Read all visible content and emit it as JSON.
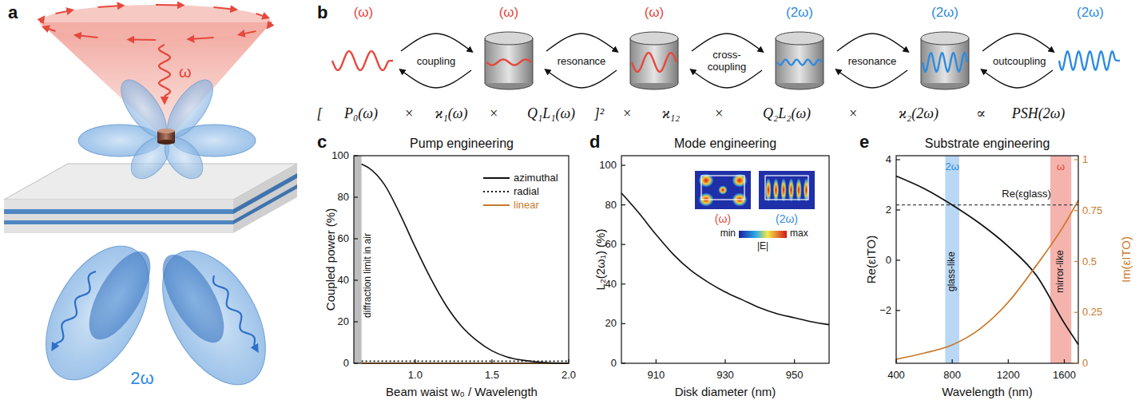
{
  "diagram": {
    "nodes": [
      {
        "text": [
          "(ω)"
        ]
      },
      {
        "text": [
          "(ω)"
        ]
      },
      {
        "text": [
          "(ω)"
        ]
      },
      {
        "text": [
          "(2ω)"
        ]
      },
      {
        "text": [
          "(2ω)"
        ]
      },
      {
        "text": [
          "(2ω)"
        ]
      }
    ],
    "edges": [
      {
        "from": 0,
        "to": 1,
        "label": "coupling",
        "arrow": "to"
      },
      {
        "from": 1,
        "to": 2,
        "label": "resonance",
        "arrow": "to"
      },
      {
        "from": 2,
        "to": 3,
        "label": "cross- coupling",
        "arrow": "to"
      },
      {
        "from": 3,
        "to": 4,
        "label": "resonance",
        "arrow": "to"
      },
      {
        "from": 4,
        "to": 5,
        "label": "outcoupling",
        "arrow": "to"
      }
    ],
    "labels": [
      "a",
      "ω",
      "2ω",
      "b",
      "[",
      "P₀(ω)",
      "×",
      "ϰ₁(ω)",
      "×",
      "Q₁L₁(ω)",
      "]²",
      "×",
      "ϰ₁₂",
      "×",
      "Q₂L₂(ω)",
      "×",
      "ϰ₂(2ω)",
      "∝",
      "PSH(2ω)",
      "c",
      "Pump engineering",
      "Coupled power (%)",
      "Beam waist w₀ / Wavelength",
      "diffraction limit in air",
      "0",
      "20",
      "40",
      "60",
      "80",
      "100",
      "1.0",
      "1.5",
      "2.0",
      "d",
      "Mode engineering",
      "L₂(2ω₁) (%)",
      "Disk diameter (nm)",
      "0",
      "20",
      "40",
      "60",
      "80",
      "100",
      "910",
      "930",
      "950",
      "(ω)",
      "(2ω)",
      "min",
      "|E|",
      "max",
      "e",
      "Substrate engineering",
      "Re(εITO)",
      "Im(εITO)",
      "Wavelength (nm)",
      "Re(εglass)",
      "2ω",
      "glass-like",
      "ω",
      "mirror-like",
      "4",
      "2",
      "0",
      "−2",
      "400",
      "800",
      "1200",
      "1600",
      "0",
      "0.25",
      "0.5",
      "0.75",
      "1"
    ],
    "legend": [
      {
        "text": "azimuthal"
      },
      {
        "text": "radial"
      },
      {
        "text": "linear"
      }
    ]
  }
}
